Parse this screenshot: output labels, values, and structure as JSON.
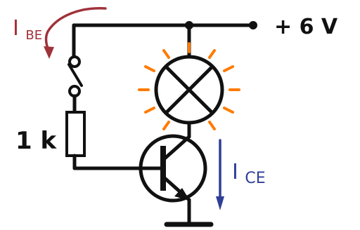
{
  "labels": {
    "ibe_main": "I",
    "ibe_sub": "BE",
    "supply_voltage": "+ 6 V",
    "resistor_value": "1 k",
    "ice_main": "I",
    "ice_sub": "CE"
  },
  "colors": {
    "wire": "#111111",
    "ibe": "#a0323a",
    "ice": "#2f3f97",
    "glow": "#ff7a00",
    "background": "#ffffff"
  }
}
